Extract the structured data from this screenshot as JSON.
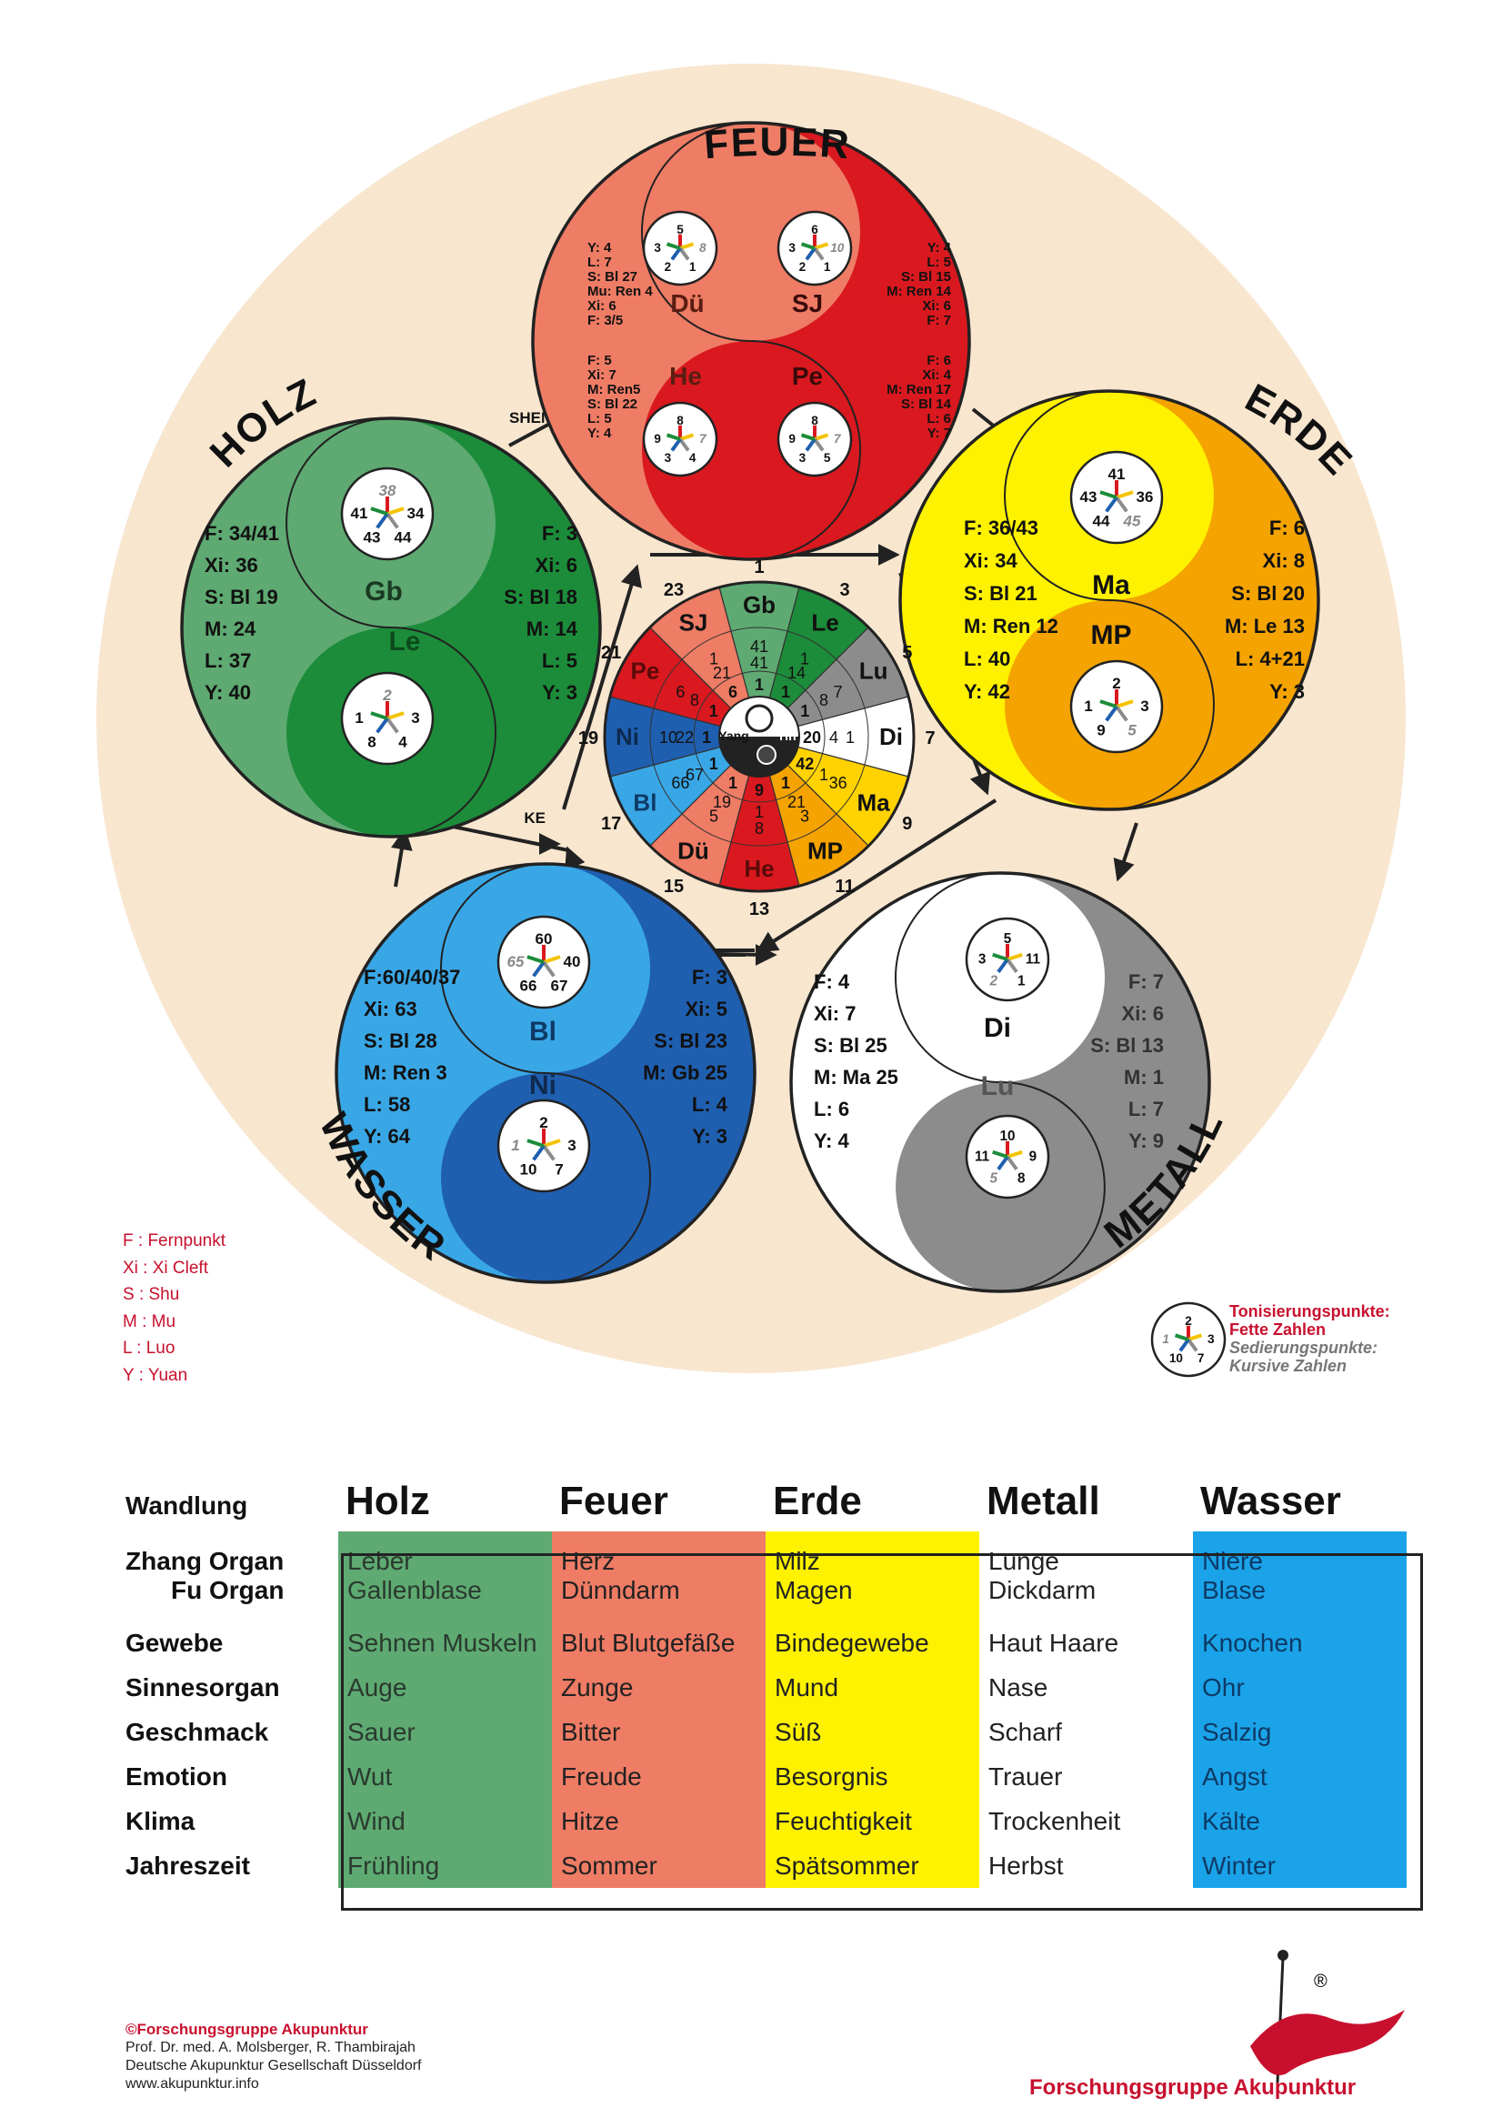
{
  "elements": {
    "feuer": {
      "title": "FEUER",
      "organs": [
        {
          "abbr": "Dü",
          "pentagon": {
            "top": "5",
            "left": "3",
            "right": "8",
            "bl": "2",
            "br": "1",
            "sed": "right"
          },
          "points": [
            "Y: 4",
            "L: 7",
            "S: Bl 27",
            "Mu: Ren 4",
            "Xi: 6",
            "F: 3/5"
          ]
        },
        {
          "abbr": "SJ",
          "pentagon": {
            "top": "6",
            "left": "3",
            "right": "10",
            "bl": "2",
            "br": "1",
            "sed": "right"
          },
          "points": [
            "Y: 4",
            "L: 5",
            "S: Bl 15",
            "M: Ren 14",
            "Xi: 6",
            "F: 7"
          ]
        },
        {
          "abbr": "He",
          "pentagon": {
            "top": "8",
            "left": "9",
            "right": "7",
            "bl": "3",
            "br": "4",
            "sed": "right"
          },
          "points": [
            "F: 5",
            "Xi: 7",
            "M: Ren5",
            "S: Bl 22",
            "L: 5",
            "Y: 4"
          ]
        },
        {
          "abbr": "Pe",
          "pentagon": {
            "top": "8",
            "left": "9",
            "right": "7",
            "bl": "3",
            "br": "5",
            "sed": "right"
          },
          "points": [
            "F: 6",
            "Xi: 4",
            "M: Ren 17",
            "S: Bl 14",
            "L: 6",
            "Y: 7"
          ]
        }
      ]
    },
    "holz": {
      "title": "HOLZ",
      "yang": "Gb",
      "yin": "Le",
      "pentagonYang": {
        "top": "38",
        "left": "41",
        "right": "34",
        "bl": "43",
        "br": "44",
        "sed": "top"
      },
      "pentagonYin": {
        "top": "2",
        "left": "1",
        "right": "3",
        "bl": "8",
        "br": "4",
        "sed": "top"
      },
      "yangPoints": [
        "F: 34/41",
        "Xi: 36",
        "S: Bl 19",
        "M: 24",
        "L: 37",
        "Y: 40"
      ],
      "yinPoints": [
        "F: 3",
        "Xi: 6",
        "S: Bl 18",
        "M: 14",
        "L: 5",
        "Y: 3"
      ]
    },
    "erde": {
      "title": "ERDE",
      "yang": "Ma",
      "yin": "MP",
      "pentagonYang": {
        "top": "41",
        "left": "43",
        "right": "36",
        "bl": "44",
        "br": "45",
        "sed": "br"
      },
      "pentagonYin": {
        "top": "2",
        "left": "1",
        "right": "3",
        "bl": "9",
        "br": "5",
        "sed": "br"
      },
      "yangPoints": [
        "F: 36/43",
        "Xi: 34",
        "S: Bl 21",
        "M: Ren 12",
        "L: 40",
        "Y: 42"
      ],
      "yinPoints": [
        "F: 6",
        "Xi: 8",
        "S: Bl 20",
        "M: Le  13",
        "L: 4+21",
        "Y: 3"
      ]
    },
    "metall": {
      "title": "METALL",
      "yang": "Di",
      "yin": "Lu",
      "pentagonYang": {
        "top": "5",
        "left": "3",
        "right": "11",
        "bl": "2",
        "br": "1",
        "sed": "bl"
      },
      "pentagonYin": {
        "top": "10",
        "left": "11",
        "right": "9",
        "bl": "5",
        "br": "8",
        "sed": "bl"
      },
      "yangPoints": [
        "F: 4",
        "Xi: 7",
        "S: Bl 25",
        "M: Ma 25",
        "L: 6",
        "Y: 4"
      ],
      "yinPoints": [
        "F: 7",
        "Xi: 6",
        "S: Bl 13",
        "M: 1",
        "L: 7",
        "Y: 9"
      ]
    },
    "wasser": {
      "title": "WASSER",
      "yang": "Bl",
      "yin": "Ni",
      "pentagonYang": {
        "top": "60",
        "left": "65",
        "right": "40",
        "bl": "66",
        "br": "67",
        "sed": "left"
      },
      "pentagonYin": {
        "top": "2",
        "left": "1",
        "right": "3",
        "bl": "10",
        "br": "7",
        "sed": "left"
      },
      "yangPoints": [
        "F:60/40/37",
        "Xi: 63",
        "S: Bl 28",
        "M: Ren 3",
        "L: 58",
        "Y: 64"
      ],
      "yinPoints": [
        "F: 3",
        "Xi: 5",
        "S: Bl 23",
        "M: Gb 25",
        "L: 4",
        "Y: 3"
      ]
    }
  },
  "cycles": {
    "sheng": "SHENG",
    "ke": "KE"
  },
  "clock": {
    "yang": "Yang",
    "yin": "Yin",
    "hours": [
      "1",
      "3",
      "5",
      "7",
      "9",
      "11",
      "13",
      "15",
      "17",
      "19",
      "21",
      "23"
    ],
    "segments": [
      {
        "abbr": "Gb",
        "color": "#5eaa72",
        "p1": "41",
        "p2": "41",
        "p3": "1"
      },
      {
        "abbr": "Le",
        "color": "#1c8c3a",
        "p1": "1",
        "p2": "14",
        "p3": "1"
      },
      {
        "abbr": "Lu",
        "color": "#8c8c8c",
        "p1": "7",
        "p2": "8",
        "p3": "1"
      },
      {
        "abbr": "Di",
        "color": "#ffffff",
        "p1": "1",
        "p2": "4",
        "p3": "20"
      },
      {
        "abbr": "Ma",
        "color": "#ffd200",
        "p1": "36",
        "p2": "1",
        "p3": "42"
      },
      {
        "abbr": "MP",
        "color": "#f4a300",
        "p1": "3",
        "p2": "21",
        "p3": "1"
      },
      {
        "abbr": "He",
        "color": "#d9191f",
        "p1": "8",
        "p2": "1",
        "p3": "9"
      },
      {
        "abbr": "Dü",
        "color": "#ef7c65",
        "p1": "5",
        "p2": "19",
        "p3": "1"
      },
      {
        "abbr": "Bl",
        "color": "#39a7e6",
        "p1": "66",
        "p2": "67",
        "p3": "1"
      },
      {
        "abbr": "Ni",
        "color": "#1f5fb0",
        "p1": "10",
        "p2": "22",
        "p3": "1"
      },
      {
        "abbr": "Pe",
        "color": "#d9191f",
        "p1": "6",
        "p2": "8",
        "p3": "1"
      },
      {
        "abbr": "SJ",
        "color": "#ef7c65",
        "p1": "1",
        "p2": "21",
        "p3": "6"
      }
    ]
  },
  "legend": {
    "abbreviations": [
      "F : Fernpunkt",
      "Xi : Xi Cleft",
      "S : Shu",
      "M : Mu",
      "L : Luo",
      "Y : Yuan"
    ],
    "tonisierung_title": "Tonisierungspunkte:",
    "tonisierung_text": "Fette Zahlen",
    "sedierung_title": "Sedierungspunkte:",
    "sedierung_text": "Kursive Zahlen",
    "sample": {
      "top": "2",
      "left": "1",
      "right": "3",
      "bl": "10",
      "br": "7",
      "sed": "left"
    }
  },
  "table": {
    "headers": [
      "Wandlung",
      "Holz",
      "Feuer",
      "Erde",
      "Metall",
      "Wasser"
    ],
    "rows": [
      {
        "label1": "Zhang Organ",
        "label2": "Fu Organ",
        "cells": [
          [
            "Leber",
            "Gallenblase"
          ],
          [
            "Herz",
            "Dünndarm"
          ],
          [
            "Milz",
            "Magen"
          ],
          [
            "Lunge",
            "Dickdarm"
          ],
          [
            "Niere",
            "Blase"
          ]
        ]
      },
      {
        "label": "Gewebe",
        "cells": [
          "Sehnen Muskeln",
          "Blut Blutgefäße",
          "Bindegewebe",
          "Haut  Haare",
          "Knochen"
        ]
      },
      {
        "label": "Sinnesorgan",
        "cells": [
          "Auge",
          "Zunge",
          "Mund",
          "Nase",
          "Ohr"
        ]
      },
      {
        "label": "Geschmack",
        "cells": [
          "Sauer",
          "Bitter",
          "Süß",
          "Scharf",
          "Salzig"
        ]
      },
      {
        "label": "Emotion",
        "cells": [
          "Wut",
          "Freude",
          "Besorgnis",
          "Trauer",
          "Angst"
        ]
      },
      {
        "label": "Klima",
        "cells": [
          "Wind",
          "Hitze",
          "Feuchtigkeit",
          "Trockenheit",
          "Kälte"
        ]
      },
      {
        "label": "Jahreszeit",
        "cells": [
          "Frühling",
          "Sommer",
          "Spätsommer",
          "Herbst",
          "Winter"
        ]
      }
    ]
  },
  "footer": {
    "copyright": "©Forschungsgruppe Akupunktur",
    "authors": "Prof. Dr. med. A. Molsberger, R. Thambirajah",
    "society": "Deutsche Akupunktur Gesellschaft Düsseldorf",
    "url": "www.akupunktur.info",
    "logo_text": "Forschungsgruppe Akupunktur",
    "logo_mark": "®"
  }
}
